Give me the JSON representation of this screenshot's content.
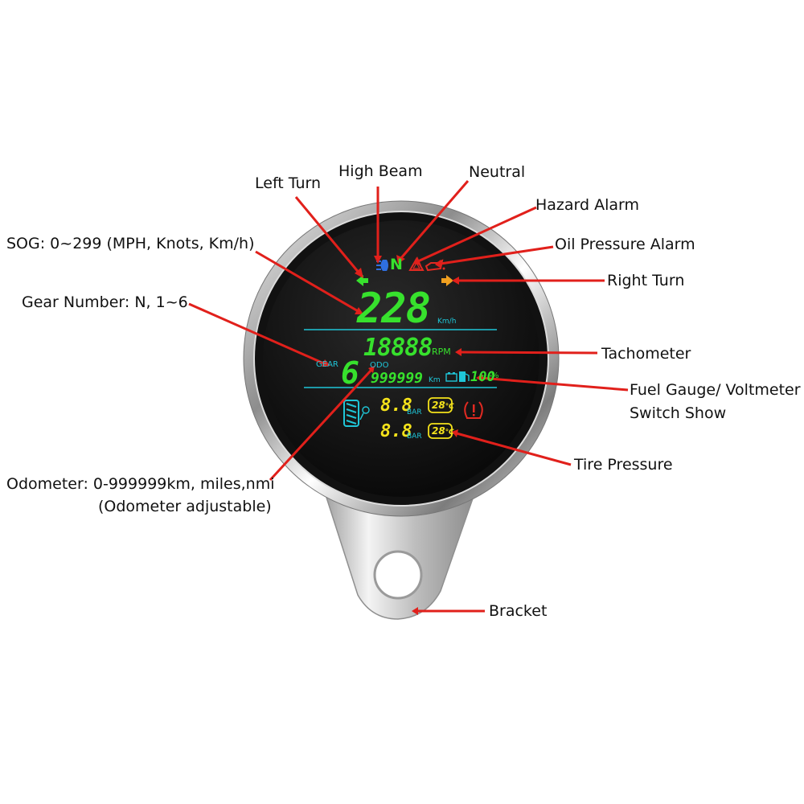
{
  "labels": {
    "high_beam": "High Beam",
    "left_turn": "Left Turn",
    "neutral": "Neutral",
    "hazard_alarm": "Hazard Alarm",
    "oil_pressure_alarm": "Oil Pressure Alarm",
    "right_turn": "Right Turn",
    "sog": "SOG: 0~299 (MPH, Knots, Km/h)",
    "gear_number": "Gear Number: N, 1~6",
    "tachometer": "Tachometer",
    "fuel_gauge_line1": "Fuel Gauge/ Voltmeter",
    "fuel_gauge_line2": "Switch Show",
    "tire_pressure": "Tire Pressure",
    "odometer_line1": "Odometer: 0-999999km, miles,nmi",
    "odometer_line2": "(Odometer adjustable)",
    "bracket": "Bracket"
  },
  "display": {
    "speed": "228",
    "speed_unit": "Km/h",
    "rpm": "18888",
    "rpm_unit": "RPM",
    "gear_label": "GEAR",
    "gear": "6",
    "odo_label": "ODO",
    "odometer": "999999",
    "odometer_unit": "Km",
    "fuel_percent": "100",
    "fuel_unit": "%",
    "neutral_indicator": "N",
    "tire_front_pressure": "8.8",
    "tire_rear_pressure": "8.8",
    "pressure_unit": "BAR",
    "tire_front_temp": "28",
    "tire_rear_temp": "28",
    "temp_unit": "℃"
  },
  "colors": {
    "leader_line": "#e1201b",
    "lcd_green": "#37e12d",
    "lcd_yellow": "#f4e21b",
    "lcd_cyan": "#1fc6d8",
    "lcd_red": "#e12a22",
    "lcd_blue": "#2f6fe0"
  },
  "icons": {
    "high_beam": "high-beam-icon",
    "left_turn": "left-arrow-icon",
    "right_turn": "right-arrow-icon",
    "hazard": "hazard-triangle-icon",
    "oil": "oil-can-icon",
    "fuel": "fuel-pump-icon",
    "battery": "battery-icon",
    "tire": "tire-icon",
    "tpms_warning": "tpms-warning-icon"
  }
}
